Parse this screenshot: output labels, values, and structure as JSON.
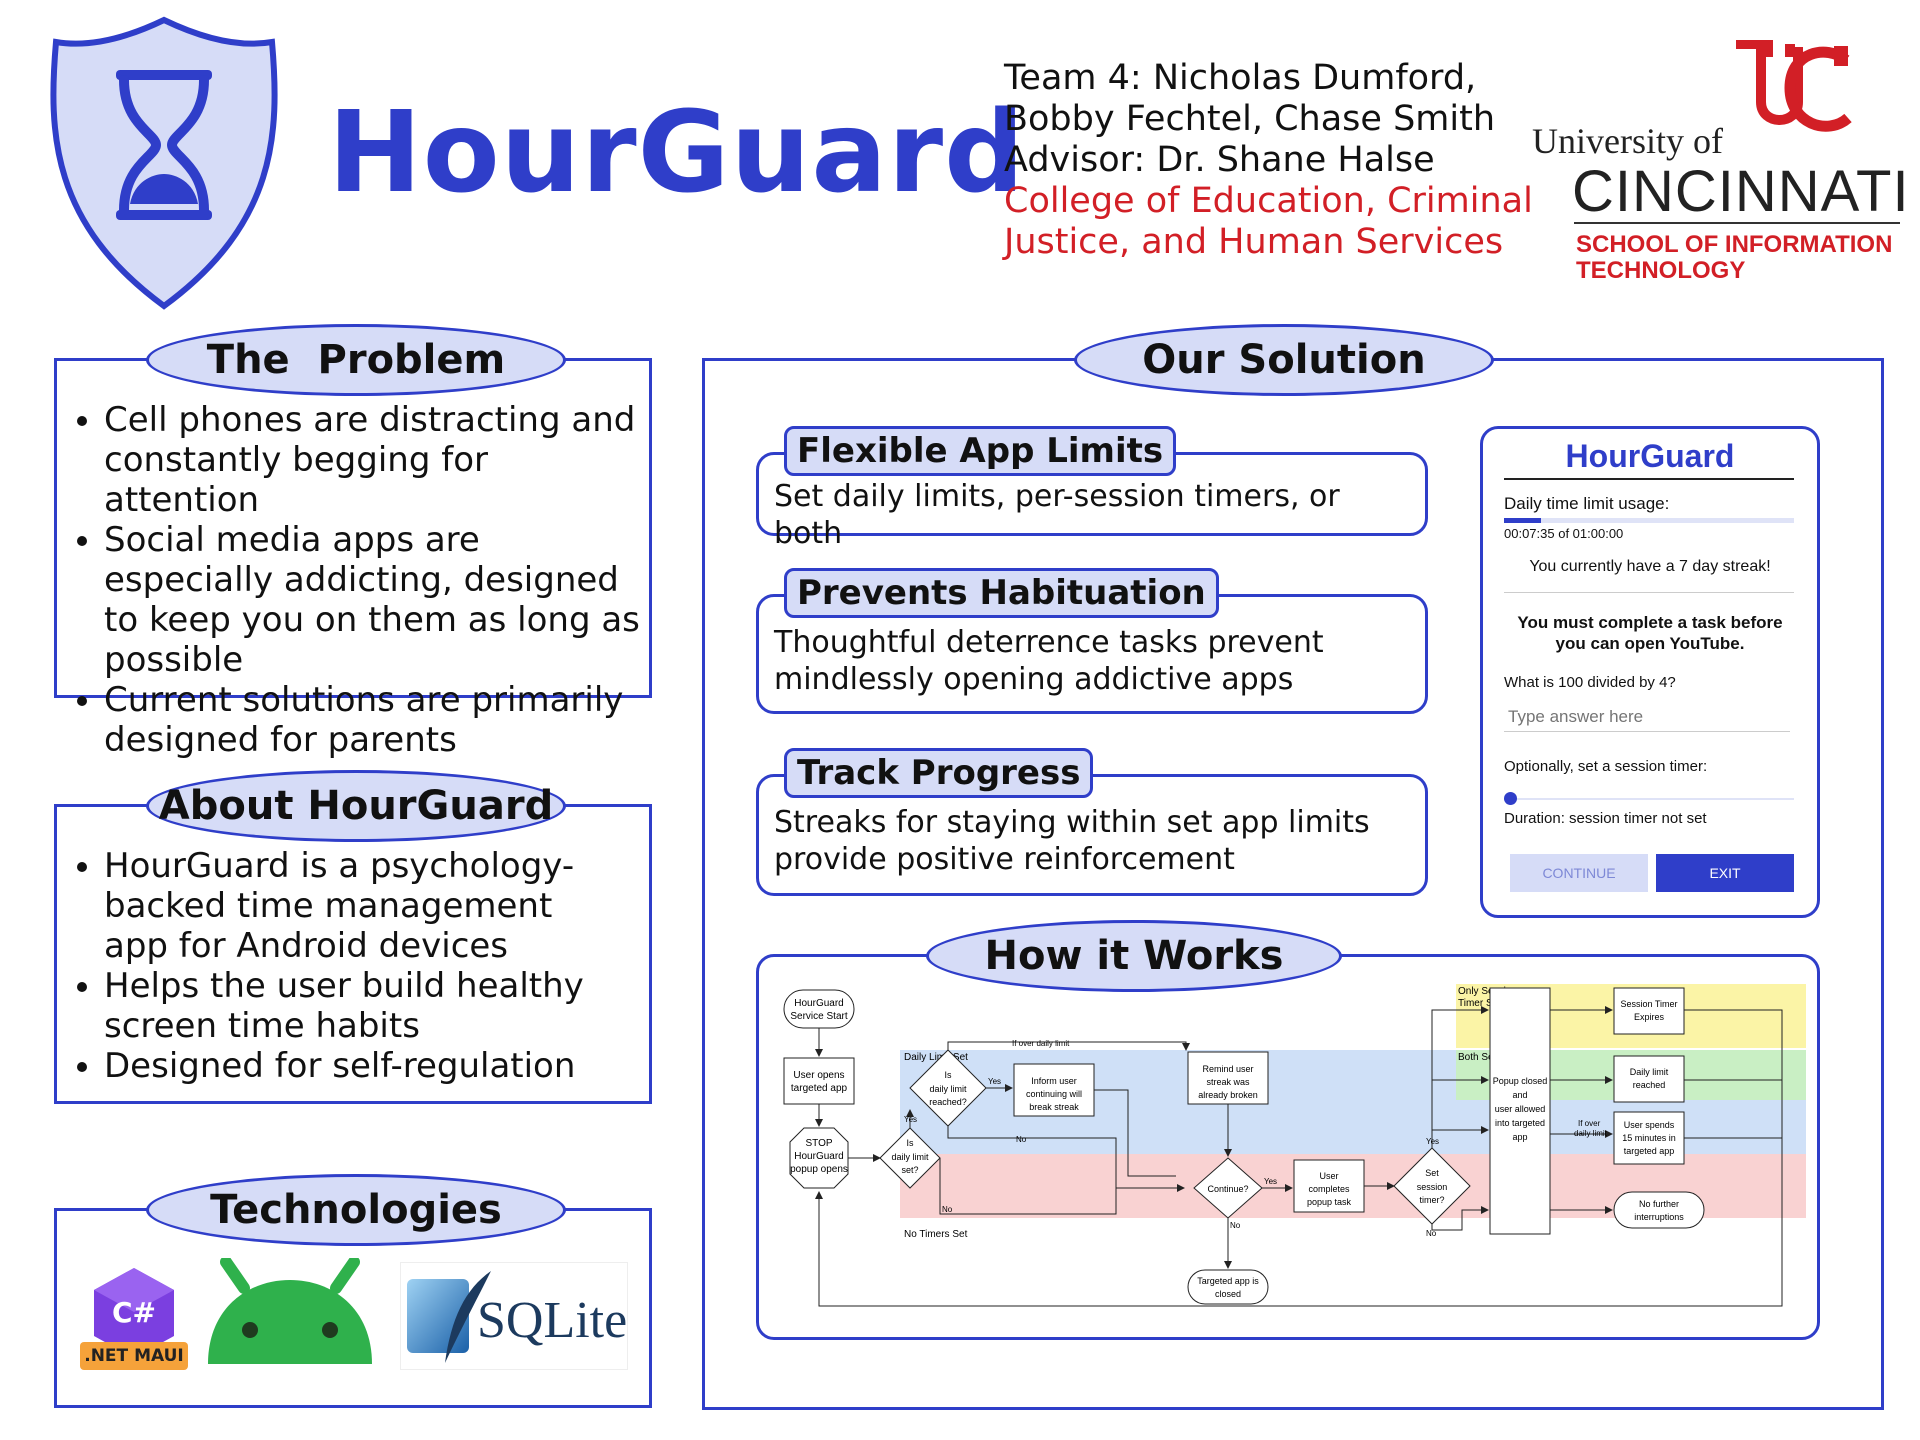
{
  "app": {
    "title": "HourGuard"
  },
  "header": {
    "team_lines": [
      "Team 4: Nicholas Dumford,",
      "Bobby Fechtel, Chase Smith",
      "Advisor: Dr. Shane Halse"
    ],
    "college_lines": [
      "College of Education, Criminal",
      "Justice, and Human Services"
    ],
    "uc_university_of": "University of",
    "uc_cincinnati": "CINCINNATI",
    "uc_school_lines": [
      "SCHOOL OF INFORMATION",
      "TECHNOLOGY"
    ]
  },
  "problem": {
    "title": "The  Problem",
    "items": [
      "Cell phones are distracting and constantly begging for attention",
      "Social media apps are especially addicting, designed to keep you on them as long as possible",
      "Current solutions are primarily designed for parents"
    ]
  },
  "about": {
    "title": "About HourGuard",
    "items": [
      "HourGuard is a psychology-backed time management app for Android devices",
      "Helps the user build healthy screen time habits",
      "Designed for self-regulation"
    ]
  },
  "technologies": {
    "title": "Technologies",
    "csharp_label": "C#",
    "maui_label": ".NET MAUI",
    "sqlite_label": "SQLite",
    "icons": [
      "dotnet-maui-icon",
      "android-icon",
      "sqlite-icon"
    ]
  },
  "solution": {
    "title": "Our Solution",
    "features": [
      {
        "title": "Flexible App Limits",
        "body": "Set daily limits, per-session timers, or both"
      },
      {
        "title": "Prevents Habituation",
        "body": "Thoughtful deterrence tasks prevent mindlessly opening addictive apps"
      },
      {
        "title": "Track Progress",
        "body": "Streaks for staying within set app limits provide positive reinforcement"
      }
    ],
    "how_title": "How it Works"
  },
  "phone": {
    "title": "HourGuard",
    "usage_label": "Daily time limit usage:",
    "usage_value": "00:07:35 of 01:00:00",
    "usage_progress": 0.126,
    "streak": "You currently have a 7 day streak!",
    "task_line1": "You must complete a task before",
    "task_line2": "you can open YouTube.",
    "question": "What is 100 divided by 4?",
    "answer_placeholder": "Type answer here",
    "timer_label": "Optionally, set a session timer:",
    "timer_value": 0,
    "duration": "Duration: session timer not set",
    "continue_label": "CONTINUE",
    "exit_label": "EXIT"
  },
  "flowchart": {
    "start": [
      "HourGuard",
      "Service Start"
    ],
    "opens": [
      "User opens",
      "targeted app"
    ],
    "stop": [
      "STOP",
      "HourGuard",
      "popup opens"
    ],
    "is_daily_set": [
      "Is",
      "daily limit",
      "set?"
    ],
    "is_daily_reached": [
      "Is",
      "daily limit",
      "reached?"
    ],
    "inform": [
      "Inform user",
      "continuing will",
      "break streak"
    ],
    "remind": [
      "Remind user",
      "streak was",
      "already broken"
    ],
    "continue_q": "Continue?",
    "completes": [
      "User",
      "completes",
      "popup task"
    ],
    "session_q": [
      "Set",
      "session",
      "timer?"
    ],
    "closed_allowed": [
      "Popup closed",
      "and",
      "user allowed",
      "into targeted",
      "app"
    ],
    "targeted_closed": [
      "Targeted app is",
      "closed"
    ],
    "session_expires": [
      "Session Timer",
      "Expires"
    ],
    "daily_reached": [
      "Daily limit",
      "reached"
    ],
    "spends": [
      "User spends",
      "15 minutes in",
      "targeted app"
    ],
    "no_further": [
      "No further",
      "interruptions"
    ],
    "lane_only_session": [
      "Only Session",
      "Timer Set"
    ],
    "lane_both": "Both Set",
    "lane_daily": "Daily Limit Set",
    "lane_none": "No Timers Set",
    "if_over_daily": "If over daily limit",
    "if_over_daily_2": [
      "If over",
      "daily limit"
    ],
    "yes": "Yes",
    "no": "No"
  }
}
